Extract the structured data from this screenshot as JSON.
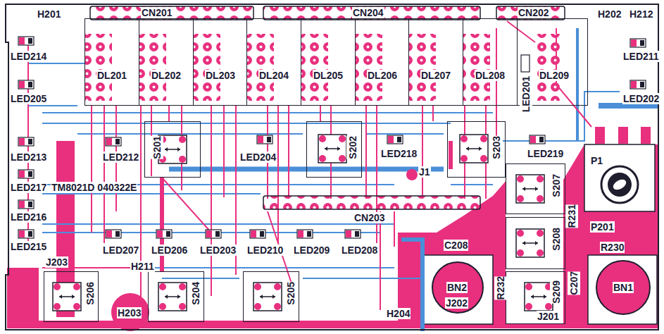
{
  "diagram": {
    "nodes": [
      {
        "text": [
          "DL201"
        ]
      },
      {
        "text": [
          "DL202"
        ]
      },
      {
        "text": [
          "DL203"
        ]
      },
      {
        "text": [
          "DL204"
        ]
      },
      {
        "text": [
          "DL205"
        ]
      },
      {
        "text": [
          "DL206"
        ]
      },
      {
        "text": [
          "DL207"
        ]
      },
      {
        "text": [
          "DL208"
        ]
      },
      {
        "text": [
          "DL209"
        ]
      },
      {
        "text": [
          "S201"
        ]
      },
      {
        "text": [
          "S202"
        ]
      },
      {
        "text": [
          "S203"
        ]
      },
      {
        "text": [
          "S207"
        ]
      },
      {
        "text": [
          "S208"
        ]
      },
      {
        "text": [
          "S206"
        ]
      },
      {
        "text": [
          "S204"
        ]
      },
      {
        "text": [
          "S205"
        ]
      },
      {
        "text": [
          "S209"
        ]
      }
    ],
    "labels": [
      "H201",
      "CN201",
      "CN204",
      "CN202",
      "H202",
      "H212",
      "LED214",
      "LED211",
      "LED205",
      "LED202",
      "LED201",
      "LED213",
      "LED212",
      "LED204",
      "LED218",
      "LED219",
      "LED217",
      "TM8021D 040322E",
      "J1",
      "P1",
      "CN203",
      "LED216",
      "LED215",
      "LED207",
      "LED206",
      "LED203",
      "LED210",
      "LED209",
      "LED208",
      "C208",
      "R231",
      "P201",
      "R230",
      "H211",
      "J203",
      "BN2",
      "J202",
      "R232",
      "H204",
      "H203",
      "C207",
      "BN1",
      "J201"
    ]
  }
}
